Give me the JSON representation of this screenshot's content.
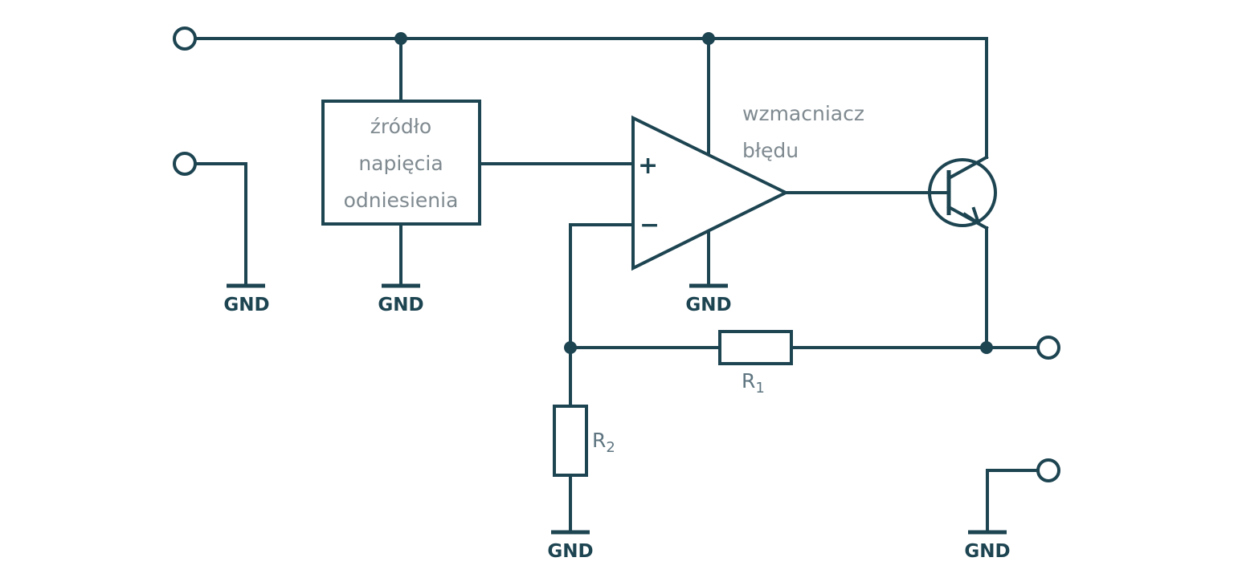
{
  "diagram": {
    "reference_source_label": [
      "źródło",
      "napięcia",
      "odniesienia"
    ],
    "error_amp_label": [
      "wzmacniacz",
      "błędu"
    ],
    "opamp_plus": "+",
    "opamp_minus": "−",
    "ground_label": "GND",
    "r1": {
      "letter": "R",
      "sub": "1"
    },
    "r2": {
      "letter": "R",
      "sub": "2"
    }
  }
}
